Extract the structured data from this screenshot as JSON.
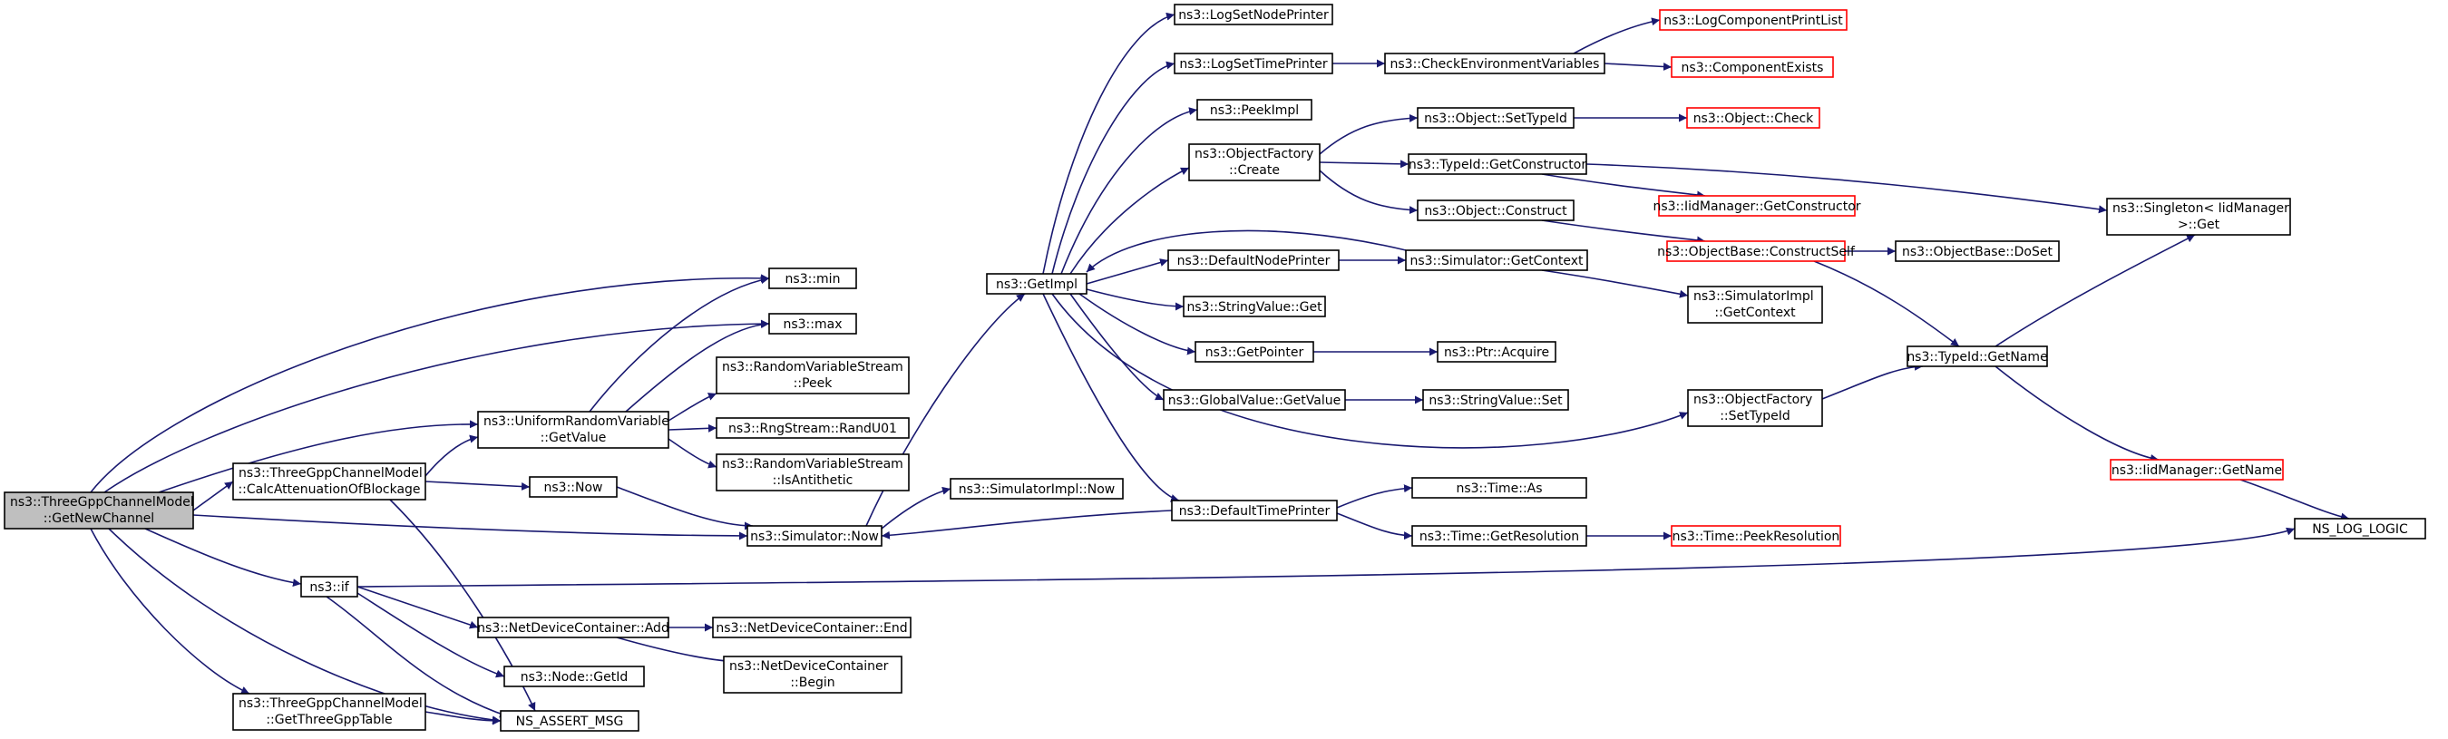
{
  "graph": {
    "colors": {
      "edge": "#191970",
      "node_border": "#000000",
      "undocumented_border": "#ff0000",
      "root_fill": "#bfbfbf"
    },
    "nodes": [
      {
        "id": "getnewchannel",
        "lines": [
          "ns3::ThreeGppChannelModel",
          "::GetNewChannel"
        ],
        "style": "root"
      },
      {
        "id": "calcatten",
        "lines": [
          "ns3::ThreeGppChannelModel",
          "::CalcAttenuationOfBlockage"
        ],
        "style": "normal"
      },
      {
        "id": "getthreegpptable",
        "lines": [
          "ns3::ThreeGppChannelModel",
          "::GetThreeGppTable"
        ],
        "style": "normal"
      },
      {
        "id": "if",
        "lines": [
          "ns3::if"
        ],
        "style": "normal"
      },
      {
        "id": "uniform_getvalue",
        "lines": [
          "ns3::UniformRandomVariable",
          "::GetValue"
        ],
        "style": "normal"
      },
      {
        "id": "now",
        "lines": [
          "ns3::Now"
        ],
        "style": "normal"
      },
      {
        "id": "min",
        "lines": [
          "ns3::min"
        ],
        "style": "normal"
      },
      {
        "id": "max",
        "lines": [
          "ns3::max"
        ],
        "style": "normal"
      },
      {
        "id": "rvs_peek",
        "lines": [
          "ns3::RandomVariableStream",
          "::Peek"
        ],
        "style": "normal"
      },
      {
        "id": "randu01",
        "lines": [
          "ns3::RngStream::RandU01"
        ],
        "style": "normal"
      },
      {
        "id": "isantithetic",
        "lines": [
          "ns3::RandomVariableStream",
          "::IsAntithetic"
        ],
        "style": "normal"
      },
      {
        "id": "simulator_now",
        "lines": [
          "ns3::Simulator::Now"
        ],
        "style": "normal"
      },
      {
        "id": "ndc_add",
        "lines": [
          "ns3::NetDeviceContainer::Add"
        ],
        "style": "normal"
      },
      {
        "id": "node_getid",
        "lines": [
          "ns3::Node::GetId"
        ],
        "style": "normal"
      },
      {
        "id": "ns_assert_msg",
        "lines": [
          "NS_ASSERT_MSG"
        ],
        "style": "normal"
      },
      {
        "id": "ndc_end",
        "lines": [
          "ns3::NetDeviceContainer::End"
        ],
        "style": "normal"
      },
      {
        "id": "ndc_begin",
        "lines": [
          "ns3::NetDeviceContainer",
          "::Begin"
        ],
        "style": "normal"
      },
      {
        "id": "simimpl_now",
        "lines": [
          "ns3::SimulatorImpl::Now"
        ],
        "style": "normal"
      },
      {
        "id": "getimpl",
        "lines": [
          "ns3::GetImpl"
        ],
        "style": "normal"
      },
      {
        "id": "logsetnodeprinter",
        "lines": [
          "ns3::LogSetNodePrinter"
        ],
        "style": "normal"
      },
      {
        "id": "logsettimeprinter",
        "lines": [
          "ns3::LogSetTimePrinter"
        ],
        "style": "normal"
      },
      {
        "id": "peekimpl",
        "lines": [
          "ns3::PeekImpl"
        ],
        "style": "normal"
      },
      {
        "id": "objfactory_create",
        "lines": [
          "ns3::ObjectFactory",
          "::Create"
        ],
        "style": "normal"
      },
      {
        "id": "defaultnodeprinter",
        "lines": [
          "ns3::DefaultNodePrinter"
        ],
        "style": "normal"
      },
      {
        "id": "stringvalue_get",
        "lines": [
          "ns3::StringValue::Get"
        ],
        "style": "normal"
      },
      {
        "id": "getpointer",
        "lines": [
          "ns3::GetPointer"
        ],
        "style": "normal"
      },
      {
        "id": "globalvalue_getvalue",
        "lines": [
          "ns3::GlobalValue::GetValue"
        ],
        "style": "normal"
      },
      {
        "id": "defaulttimeprinter",
        "lines": [
          "ns3::DefaultTimePrinter"
        ],
        "style": "normal"
      },
      {
        "id": "checkenvvars",
        "lines": [
          "ns3::CheckEnvironmentVariables"
        ],
        "style": "normal"
      },
      {
        "id": "object_settypeid",
        "lines": [
          "ns3::Object::SetTypeId"
        ],
        "style": "normal"
      },
      {
        "id": "typeid_getconstructor",
        "lines": [
          "ns3::TypeId::GetConstructor"
        ],
        "style": "normal"
      },
      {
        "id": "object_construct",
        "lines": [
          "ns3::Object::Construct"
        ],
        "style": "normal"
      },
      {
        "id": "simulator_getcontext",
        "lines": [
          "ns3::Simulator::GetContext"
        ],
        "style": "normal"
      },
      {
        "id": "ptr_acquire",
        "lines": [
          "ns3::Ptr::Acquire"
        ],
        "style": "normal"
      },
      {
        "id": "stringvalue_set",
        "lines": [
          "ns3::StringValue::Set"
        ],
        "style": "normal"
      },
      {
        "id": "time_as",
        "lines": [
          "ns3::Time::As"
        ],
        "style": "normal"
      },
      {
        "id": "time_getresolution",
        "lines": [
          "ns3::Time::GetResolution"
        ],
        "style": "normal"
      },
      {
        "id": "logcomponentprintlist",
        "lines": [
          "ns3::LogComponentPrintList"
        ],
        "style": "red"
      },
      {
        "id": "componentexists",
        "lines": [
          "ns3::ComponentExists"
        ],
        "style": "red"
      },
      {
        "id": "object_check",
        "lines": [
          "ns3::Object::Check"
        ],
        "style": "red"
      },
      {
        "id": "iidmanager_getconstructor",
        "lines": [
          "ns3::IidManager::GetConstructor"
        ],
        "style": "red"
      },
      {
        "id": "objectbase_constructself",
        "lines": [
          "ns3::ObjectBase::ConstructSelf"
        ],
        "style": "red"
      },
      {
        "id": "simimpl_getcontext",
        "lines": [
          "ns3::SimulatorImpl",
          "::GetContext"
        ],
        "style": "normal"
      },
      {
        "id": "objfactory_settypeid",
        "lines": [
          "ns3::ObjectFactory",
          "::SetTypeId"
        ],
        "style": "normal"
      },
      {
        "id": "time_peekresolution",
        "lines": [
          "ns3::Time::PeekResolution"
        ],
        "style": "red"
      },
      {
        "id": "objectbase_doset",
        "lines": [
          "ns3::ObjectBase::DoSet"
        ],
        "style": "normal"
      },
      {
        "id": "typeid_getname",
        "lines": [
          "ns3::TypeId::GetName"
        ],
        "style": "normal"
      },
      {
        "id": "singleton_get",
        "lines": [
          "ns3::Singleton< IidManager",
          " >::Get"
        ],
        "style": "normal"
      },
      {
        "id": "iidmanager_getname",
        "lines": [
          "ns3::IidManager::GetName"
        ],
        "style": "red"
      },
      {
        "id": "ns_log_logic",
        "lines": [
          "NS_LOG_LOGIC"
        ],
        "style": "normal"
      }
    ]
  }
}
